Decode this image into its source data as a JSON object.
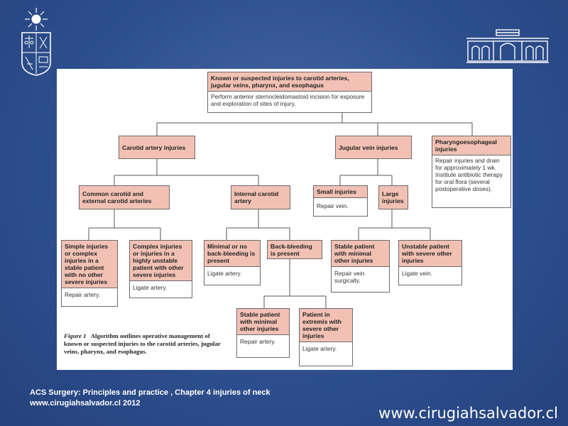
{
  "colors": {
    "background": "#2e4f8e",
    "node_header": "#f2c1b4",
    "panel": "#ffffff"
  },
  "icons": {
    "left_logo": "university-crest-icon",
    "right_logo": "hospital-building-icon"
  },
  "diagram": {
    "nodes": {
      "root": {
        "h": "Known or suspected injuries to carotid arteries, jugular veins, pharynx, and esophagus",
        "b": "Perform anterior sternocleidomastoid incision for exposure and exploration of sites of injury."
      },
      "carotid": {
        "h": "Carotid artery injuries"
      },
      "jugular": {
        "h": "Jugular vein injuries"
      },
      "pharyngo": {
        "h": "Pharyngoesophageal injuries",
        "b": "Repair injuries and drain for approximately 1 wk. Institute antibiotic therapy for oral flora (several postoperative doses)."
      },
      "common": {
        "h": "Common carotid and external carotid arteries"
      },
      "internal": {
        "h": "Internal carotid artery"
      },
      "small": {
        "h": "Small injuries",
        "b": "Repair vein."
      },
      "large": {
        "h": "Large injuries"
      },
      "simple": {
        "h": "Simple injuries or complex injuries in a stable patient with no other severe injuries",
        "b": "Repair artery."
      },
      "complex": {
        "h": "Complex injuries or injuries in a highly unstable patient with other severe injuries",
        "b": "Ligate artery."
      },
      "minimal_bleed": {
        "h": "Minimal or no back-bleeding is present",
        "b": "Ligate artery."
      },
      "backbleed": {
        "h": "Back-bleeding is present"
      },
      "stable_vein": {
        "h": "Stable patient with minimal other injuries",
        "b": "Repair vein surgically."
      },
      "unstable_vein": {
        "h": "Unstable patient with severe other injuries",
        "b": "Ligate vein."
      },
      "stable_art": {
        "h": "Stable patient with minimal other injuries",
        "b": "Repair artery."
      },
      "extremis": {
        "h": "Patient in extremis with severe other injuries",
        "b": "Ligate artery."
      }
    },
    "caption": {
      "label": "Figure 1",
      "text": "Algorithm outlines operative management of known or suspected injuries to the carotid arteries, jugular veins, pharynx, and esophagus."
    }
  },
  "footer": {
    "line1": "ACS  Surgery: Principles and practice , Chapter 4 injuries  of neck",
    "line2": "www.cirugiahsalvador.cl 2012",
    "website": "www.cirugiahsalvador.cl"
  }
}
